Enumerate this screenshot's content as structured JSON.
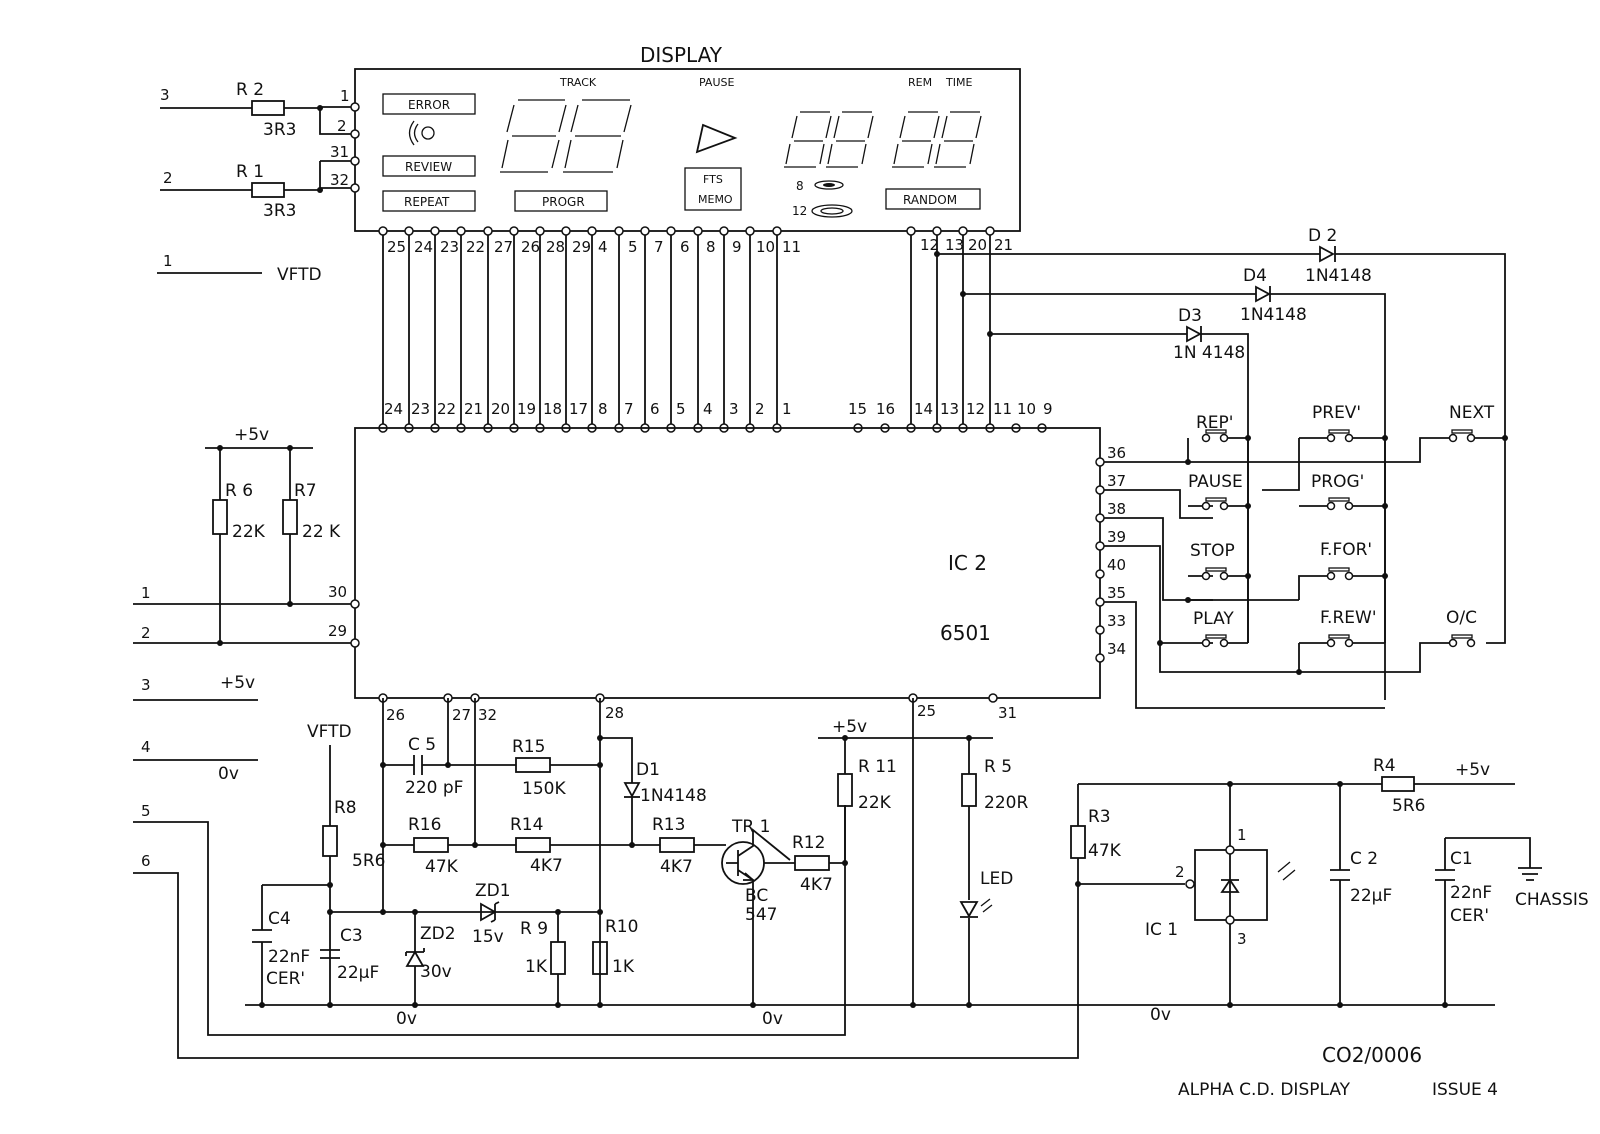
{
  "title_block": {
    "drawing_no": "CO2/0006",
    "title": "ALPHA C.D. DISPLAY",
    "issue": "ISSUE 4"
  },
  "display": {
    "label": "DISPLAY",
    "indicators": [
      "ERROR",
      "REVIEW",
      "REPEAT",
      "PROGR",
      "RANDOM"
    ],
    "fts_memo": [
      "FTS",
      "MEMO"
    ],
    "headers": [
      "TRACK",
      "PAUSE",
      "REM",
      "TIME"
    ],
    "disc_sizes": [
      "8",
      "12"
    ],
    "left_pins": [
      "1",
      "2",
      "31",
      "32"
    ],
    "bottom_pins": [
      "25",
      "24",
      "23",
      "22",
      "27",
      "26",
      "28",
      "29",
      "4",
      "5",
      "7",
      "6",
      "8",
      "9",
      "10",
      "11"
    ],
    "right_pins": [
      "12",
      "13",
      "20",
      "21"
    ]
  },
  "ic2": {
    "name": "IC 2",
    "part": "6501",
    "top_pins": [
      "24",
      "23",
      "22",
      "21",
      "20",
      "19",
      "18",
      "17",
      "8",
      "7",
      "6",
      "5",
      "4",
      "3",
      "2",
      "1"
    ],
    "top_right_pins": [
      "15",
      "16",
      "14",
      "13",
      "12",
      "11",
      "10",
      "9"
    ],
    "right_pins": [
      "36",
      "37",
      "38",
      "39",
      "40",
      "35",
      "33",
      "34"
    ],
    "left_pins": [
      "30",
      "29"
    ],
    "bottom_pins": [
      "26",
      "27",
      "32",
      "28",
      "25",
      "31"
    ]
  },
  "connector": {
    "top": [
      {
        "num": "3",
        "ref": "R 2",
        "value": "3R3"
      },
      {
        "num": "2",
        "ref": "R 1",
        "value": "3R3"
      },
      {
        "num": "1",
        "net": "VFTD"
      }
    ],
    "bottom": [
      "1",
      "2",
      "3",
      "4",
      "5",
      "6"
    ],
    "bottom_nets": [
      "+5v",
      "0v"
    ]
  },
  "pullups": [
    {
      "ref": "R 6",
      "value": "22K"
    },
    {
      "ref": "R7",
      "value": "22 K"
    }
  ],
  "diodes": [
    {
      "ref": "D 2",
      "part": "1N4148"
    },
    {
      "ref": "D4",
      "part": "1N4148"
    },
    {
      "ref": "D3",
      "part": "1N 4148"
    }
  ],
  "buttons": [
    "REP'",
    "PREV'",
    "NEXT",
    "PAUSE",
    "PROG'",
    "STOP",
    "F.FOR'",
    "PLAY",
    "F.REW'",
    "O/C"
  ],
  "components": [
    {
      "ref": "C 5",
      "value": "220 pF"
    },
    {
      "ref": "R15",
      "value": "150K"
    },
    {
      "ref": "D1",
      "value": "1N4148"
    },
    {
      "ref": "R16",
      "value": "47K"
    },
    {
      "ref": "R14",
      "value": "4K7"
    },
    {
      "ref": "R13",
      "value": "4K7"
    },
    {
      "ref": "TR 1",
      "value": "BC 547"
    },
    {
      "ref": "R12",
      "value": "4K7"
    },
    {
      "ref": "R 11",
      "value": "22K"
    },
    {
      "ref": "R 5",
      "value": "220R"
    },
    {
      "ref": "R8",
      "value": "5R6"
    },
    {
      "ref": "C4",
      "value": "22nF CER'"
    },
    {
      "ref": "C3",
      "value": "22μF"
    },
    {
      "ref": "ZD2",
      "value": "30v"
    },
    {
      "ref": "ZD1",
      "value": "15v"
    },
    {
      "ref": "R 9",
      "value": "1K"
    },
    {
      "ref": "R10",
      "value": "1K"
    },
    {
      "ref": "R3",
      "value": "47K"
    },
    {
      "ref": "R4",
      "value": "5R6"
    },
    {
      "ref": "C 2",
      "value": "22μF"
    },
    {
      "ref": "C1",
      "value": "22nF CER'"
    },
    {
      "ref": "IC 1",
      "value": ""
    }
  ],
  "nets": {
    "vftd": "VFTD",
    "plus5": "+5v",
    "zero": "0v",
    "led": "LED",
    "chassis": "CHASSIS"
  },
  "ic1_pins": [
    "1",
    "2",
    "3"
  ],
  "bc_lines": [
    "BC",
    "547"
  ],
  "cer_lines": [
    "22nF",
    "CER'"
  ]
}
